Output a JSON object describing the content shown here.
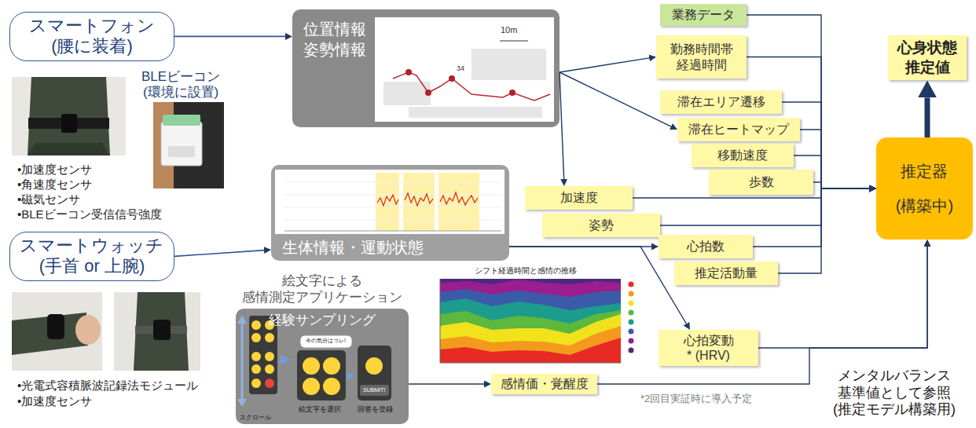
{
  "diagram": {
    "nodes": [
      {
        "text": [
          "スマートフォン (腰に装着)"
        ]
      },
      {
        "text": [
          "スマートウォッチ (手首 or 上腕)"
        ]
      },
      {
        "text": [
          "位置情報 姿勢情報"
        ]
      },
      {
        "text": [
          "生体情報・運動状態"
        ]
      },
      {
        "text": [
          "絵文字による 感情測定アプリケーション",
          "経験サンプリング"
        ]
      },
      {
        "text": [
          "業務データ"
        ]
      },
      {
        "text": [
          "勤務時間帯 経過時間"
        ]
      },
      {
        "text": [
          "滞在エリア遷移"
        ]
      },
      {
        "text": [
          "滞在ヒートマップ"
        ]
      },
      {
        "text": [
          "移動速度"
        ]
      },
      {
        "text": [
          "歩数"
        ]
      },
      {
        "text": [
          "加速度"
        ]
      },
      {
        "text": [
          "姿勢"
        ]
      },
      {
        "text": [
          "心拍数"
        ]
      },
      {
        "text": [
          "推定活動量"
        ]
      },
      {
        "text": [
          "心拍変動* (HRV)"
        ]
      },
      {
        "text": [
          "感情価・覚醒度"
        ]
      },
      {
        "text": [
          "推定器 (構築中)"
        ]
      },
      {
        "text": [
          "心身状態 推定値"
        ]
      }
    ],
    "edges": [
      {
        "from": 0,
        "to": 2,
        "arrow": "to"
      },
      {
        "from": 1,
        "to": 3,
        "arrow": "to"
      },
      {
        "from": 2,
        "to": 6,
        "arrow": "to"
      },
      {
        "from": 2,
        "to": 8,
        "arrow": "to"
      },
      {
        "from": 2,
        "to": 11,
        "arrow": "to"
      },
      {
        "from": 3,
        "to": 13,
        "arrow": "to"
      },
      {
        "from": 3,
        "to": 15,
        "arrow": "to"
      },
      {
        "from": 4,
        "to": 16,
        "arrow": "to"
      },
      {
        "from": 5,
        "to": 17,
        "arrow": "to"
      },
      {
        "from": 6,
        "to": 17,
        "arrow": "to"
      },
      {
        "from": 7,
        "to": 17,
        "arrow": "to"
      },
      {
        "from": 8,
        "to": 17,
        "arrow": "to"
      },
      {
        "from": 9,
        "to": 17,
        "arrow": "to"
      },
      {
        "from": 10,
        "to": 17,
        "arrow": "to"
      },
      {
        "from": 11,
        "to": 17,
        "arrow": "to"
      },
      {
        "from": 12,
        "to": 17,
        "arrow": "to"
      },
      {
        "from": 13,
        "to": 17,
        "arrow": "to"
      },
      {
        "from": 14,
        "to": 17,
        "arrow": "to"
      },
      {
        "from": 15,
        "to": 17,
        "arrow": "to"
      },
      {
        "from": 16,
        "to": 17,
        "arrow": "to"
      },
      {
        "from": 17,
        "to": 18,
        "arrow": "to"
      }
    ],
    "labels": [
      "BLEビーコン (環境に設置)",
      "•加速度センサ",
      "•角速度センサ",
      "•磁気センサ",
      "•BLEビーコン受信信号強度",
      "•光電式容積脈波記録法モジュール",
      "•加速度センサ",
      "10m",
      "34",
      "シフト経過時間と感情の推移",
      "今の気分はコレ!",
      "絵文字を選択",
      "回答を登録",
      "スクロール",
      "SUBMIT!",
      "*2回目実証時に導入予定",
      "メンタルバランス 基準値として参照 (推定モデル構築用)"
    ]
  }
}
